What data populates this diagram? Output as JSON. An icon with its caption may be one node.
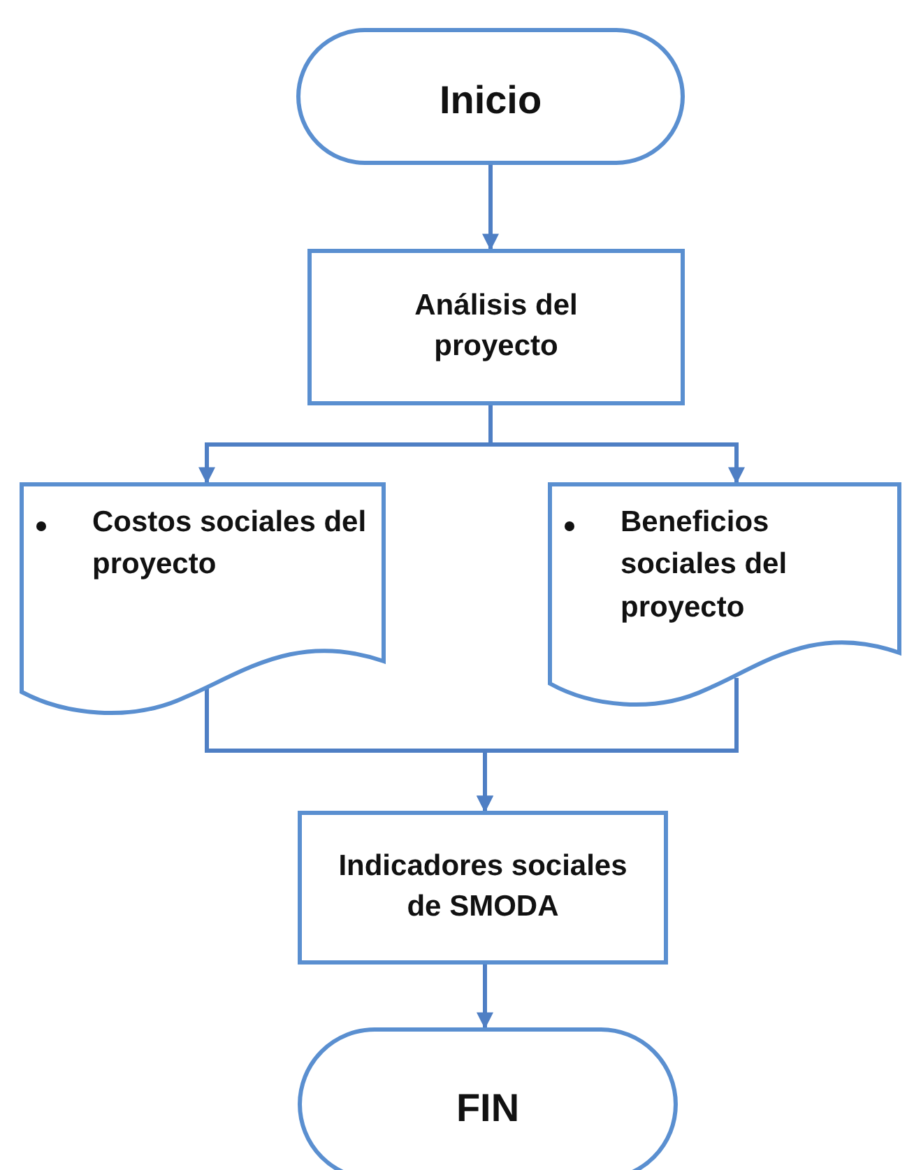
{
  "diagram": {
    "nodes": [
      {
        "text": [
          "Inicio"
        ]
      },
      {
        "text": [
          "Análisis del proyecto"
        ]
      },
      {
        "text": [
          "Costos sociales del proyecto"
        ]
      },
      {
        "text": [
          "Beneficios sociales del proyecto"
        ]
      },
      {
        "text": [
          "Indicadores sociales de SMODA"
        ]
      },
      {
        "text": [
          "FIN"
        ]
      }
    ],
    "edges": [
      {
        "from": 0,
        "to": 1,
        "arrow": "to"
      },
      {
        "from": 1,
        "to": 2,
        "arrow": "to"
      },
      {
        "from": 1,
        "to": 3,
        "arrow": "to"
      },
      {
        "from": 2,
        "to": 4,
        "arrow": "to"
      },
      {
        "from": 3,
        "to": 4,
        "arrow": "to"
      },
      {
        "from": 4,
        "to": 5,
        "arrow": "to"
      }
    ]
  }
}
